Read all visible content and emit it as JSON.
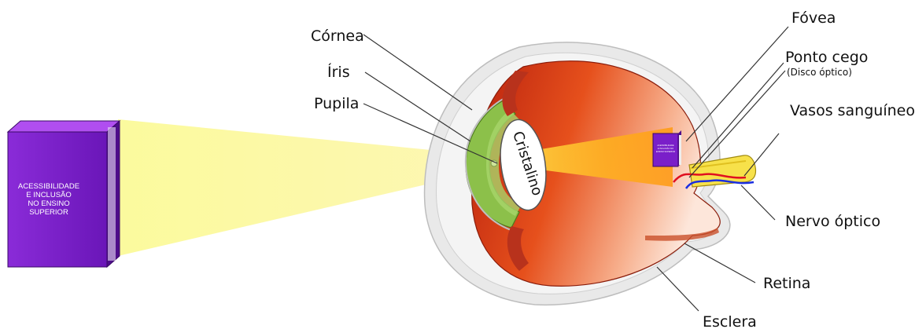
{
  "labels": {
    "cornea": "Córnea",
    "iris": "Íris",
    "pupila": "Pupila",
    "fovea": "Fóvea",
    "ponto_cego": "Ponto cego",
    "disco_optico": "(Disco óptico)",
    "vasos": "Vasos sanguíneos",
    "nervo": "Nervo óptico",
    "retina": "Retina",
    "esclera": "Esclera",
    "cristalino": "Cristalino"
  },
  "book": {
    "lines": [
      "ACESSIBILIDADE",
      "E INCLUSÃO",
      "NO ENSINO",
      "SUPERIOR"
    ]
  },
  "colors": {
    "book_purple": "#7a1fc9",
    "book_dark": "#4e0d8a",
    "light_yellow": "#fbfa9a",
    "eye_red": "#d8431c",
    "iris_green": "#8cc04a",
    "sclera_gray": "#e8e8e8"
  }
}
